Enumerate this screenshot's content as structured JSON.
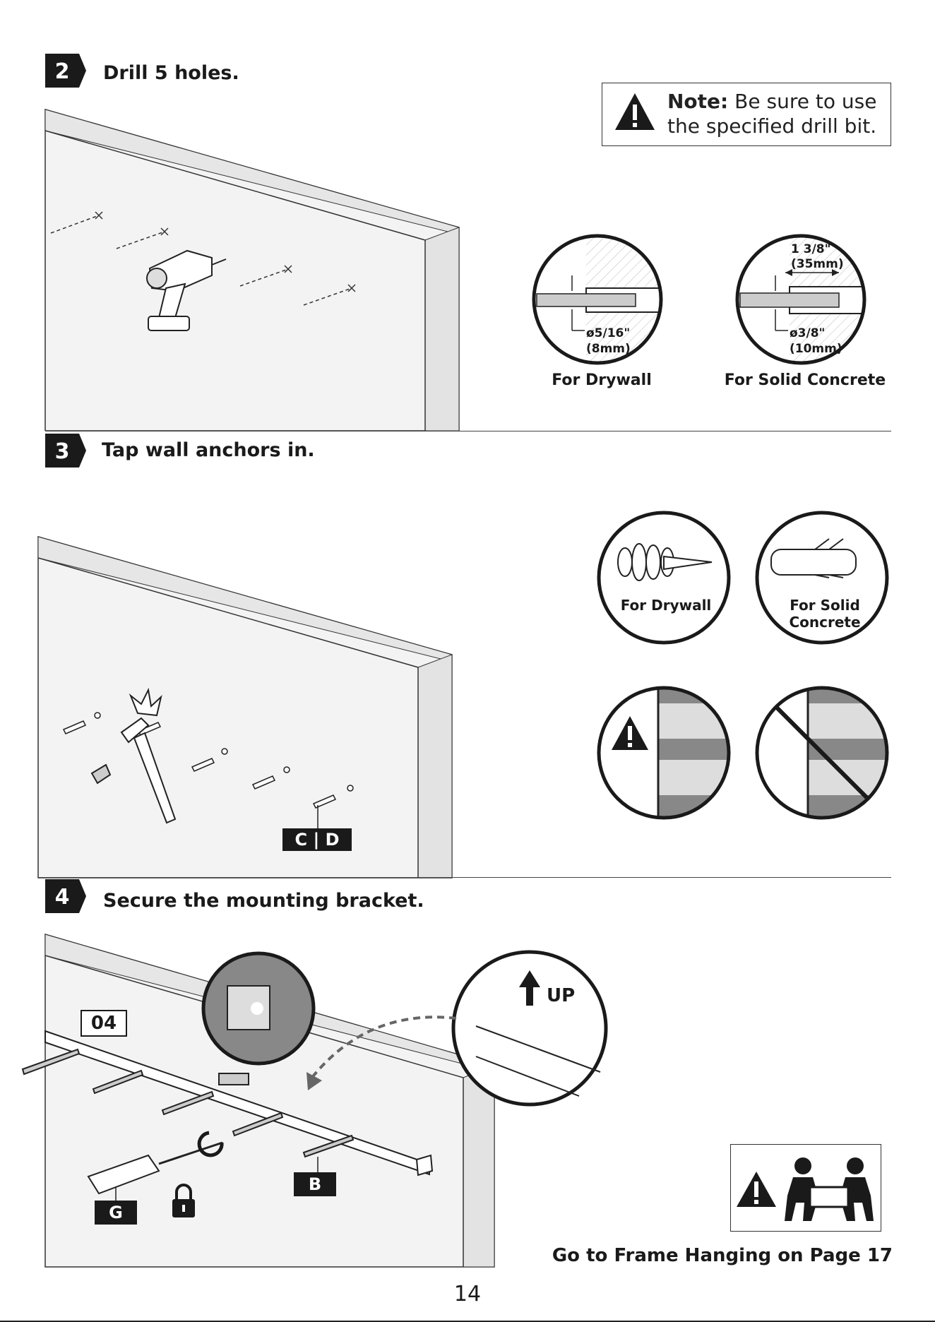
{
  "steps": [
    {
      "number": "2",
      "title": "Drill 5 holes."
    },
    {
      "number": "3",
      "title": "Tap wall anchors in."
    },
    {
      "number": "4",
      "title": "Secure the mounting bracket."
    }
  ],
  "note": {
    "label": "Note:",
    "text": "Be sure to use the specified drill bit."
  },
  "drill_bits": {
    "drywall": {
      "diameter_in": "ø5/16\"",
      "diameter_mm": "(8mm)",
      "caption": "For Drywall"
    },
    "concrete": {
      "depth_in": "1 3/8\"",
      "depth_mm": "(35mm)",
      "diameter_in": "ø3/8\"",
      "diameter_mm": "(10mm)",
      "caption": "For Solid Concrete"
    }
  },
  "anchors": {
    "drywall_caption": "For Drywall",
    "concrete_caption_line1": "For Solid",
    "concrete_caption_line2": "Concrete",
    "parts_label_left": "C",
    "parts_label_right": "D"
  },
  "bracket": {
    "part_number": "04",
    "up_label": "UP",
    "screw_label": "B",
    "tool_label": "G"
  },
  "footer": {
    "goto_text": "Go to Frame Hanging on Page 17",
    "page_number": "14"
  },
  "colors": {
    "ink": "#1a1a1a",
    "wall": "#f2f2f2",
    "wall_edge": "#e2e2e2",
    "grey": "#8a8a8a"
  }
}
